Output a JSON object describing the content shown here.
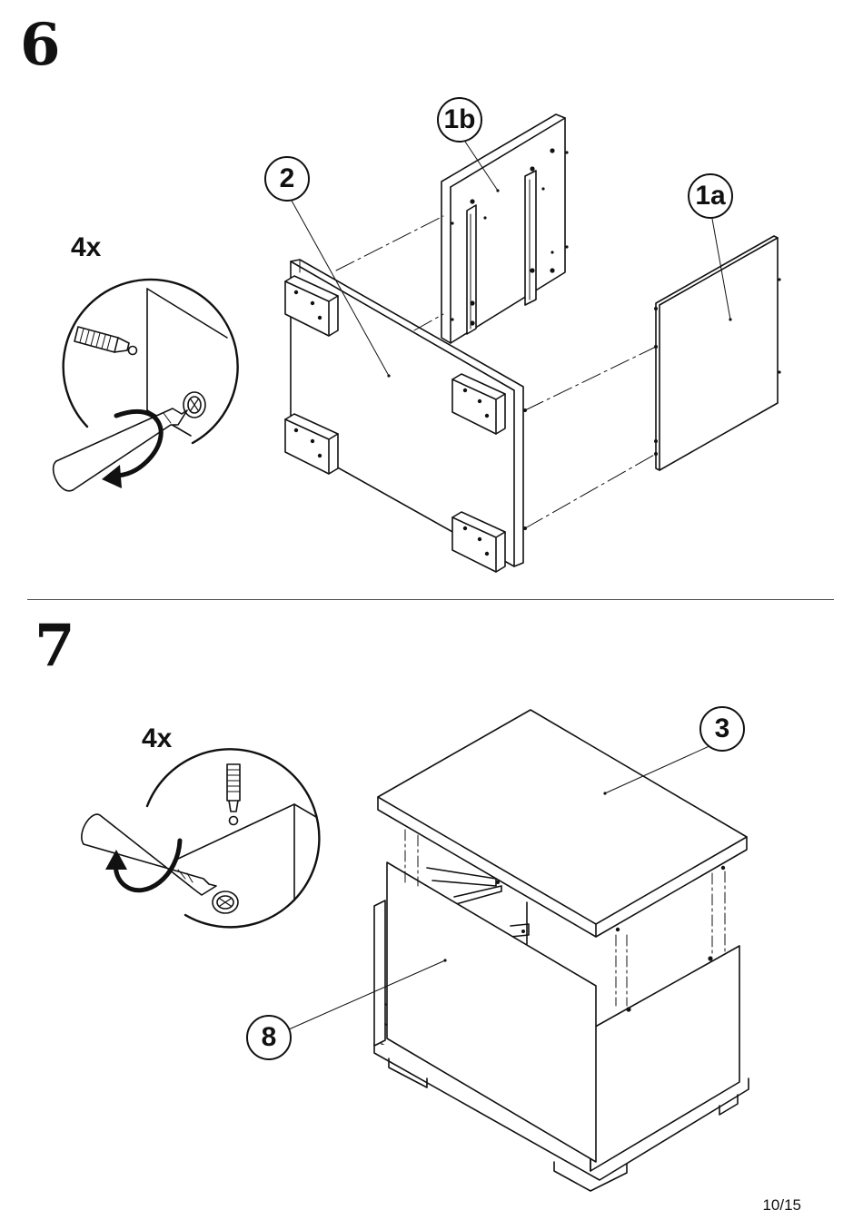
{
  "steps": [
    {
      "number": "6",
      "quantity": "4x"
    },
    {
      "number": "7",
      "quantity": "4x"
    }
  ],
  "parts": {
    "p1b": "1b",
    "p2": "2",
    "p1a": "1a",
    "p3": "3",
    "p8": "8"
  },
  "footer": {
    "page": "10/15"
  }
}
